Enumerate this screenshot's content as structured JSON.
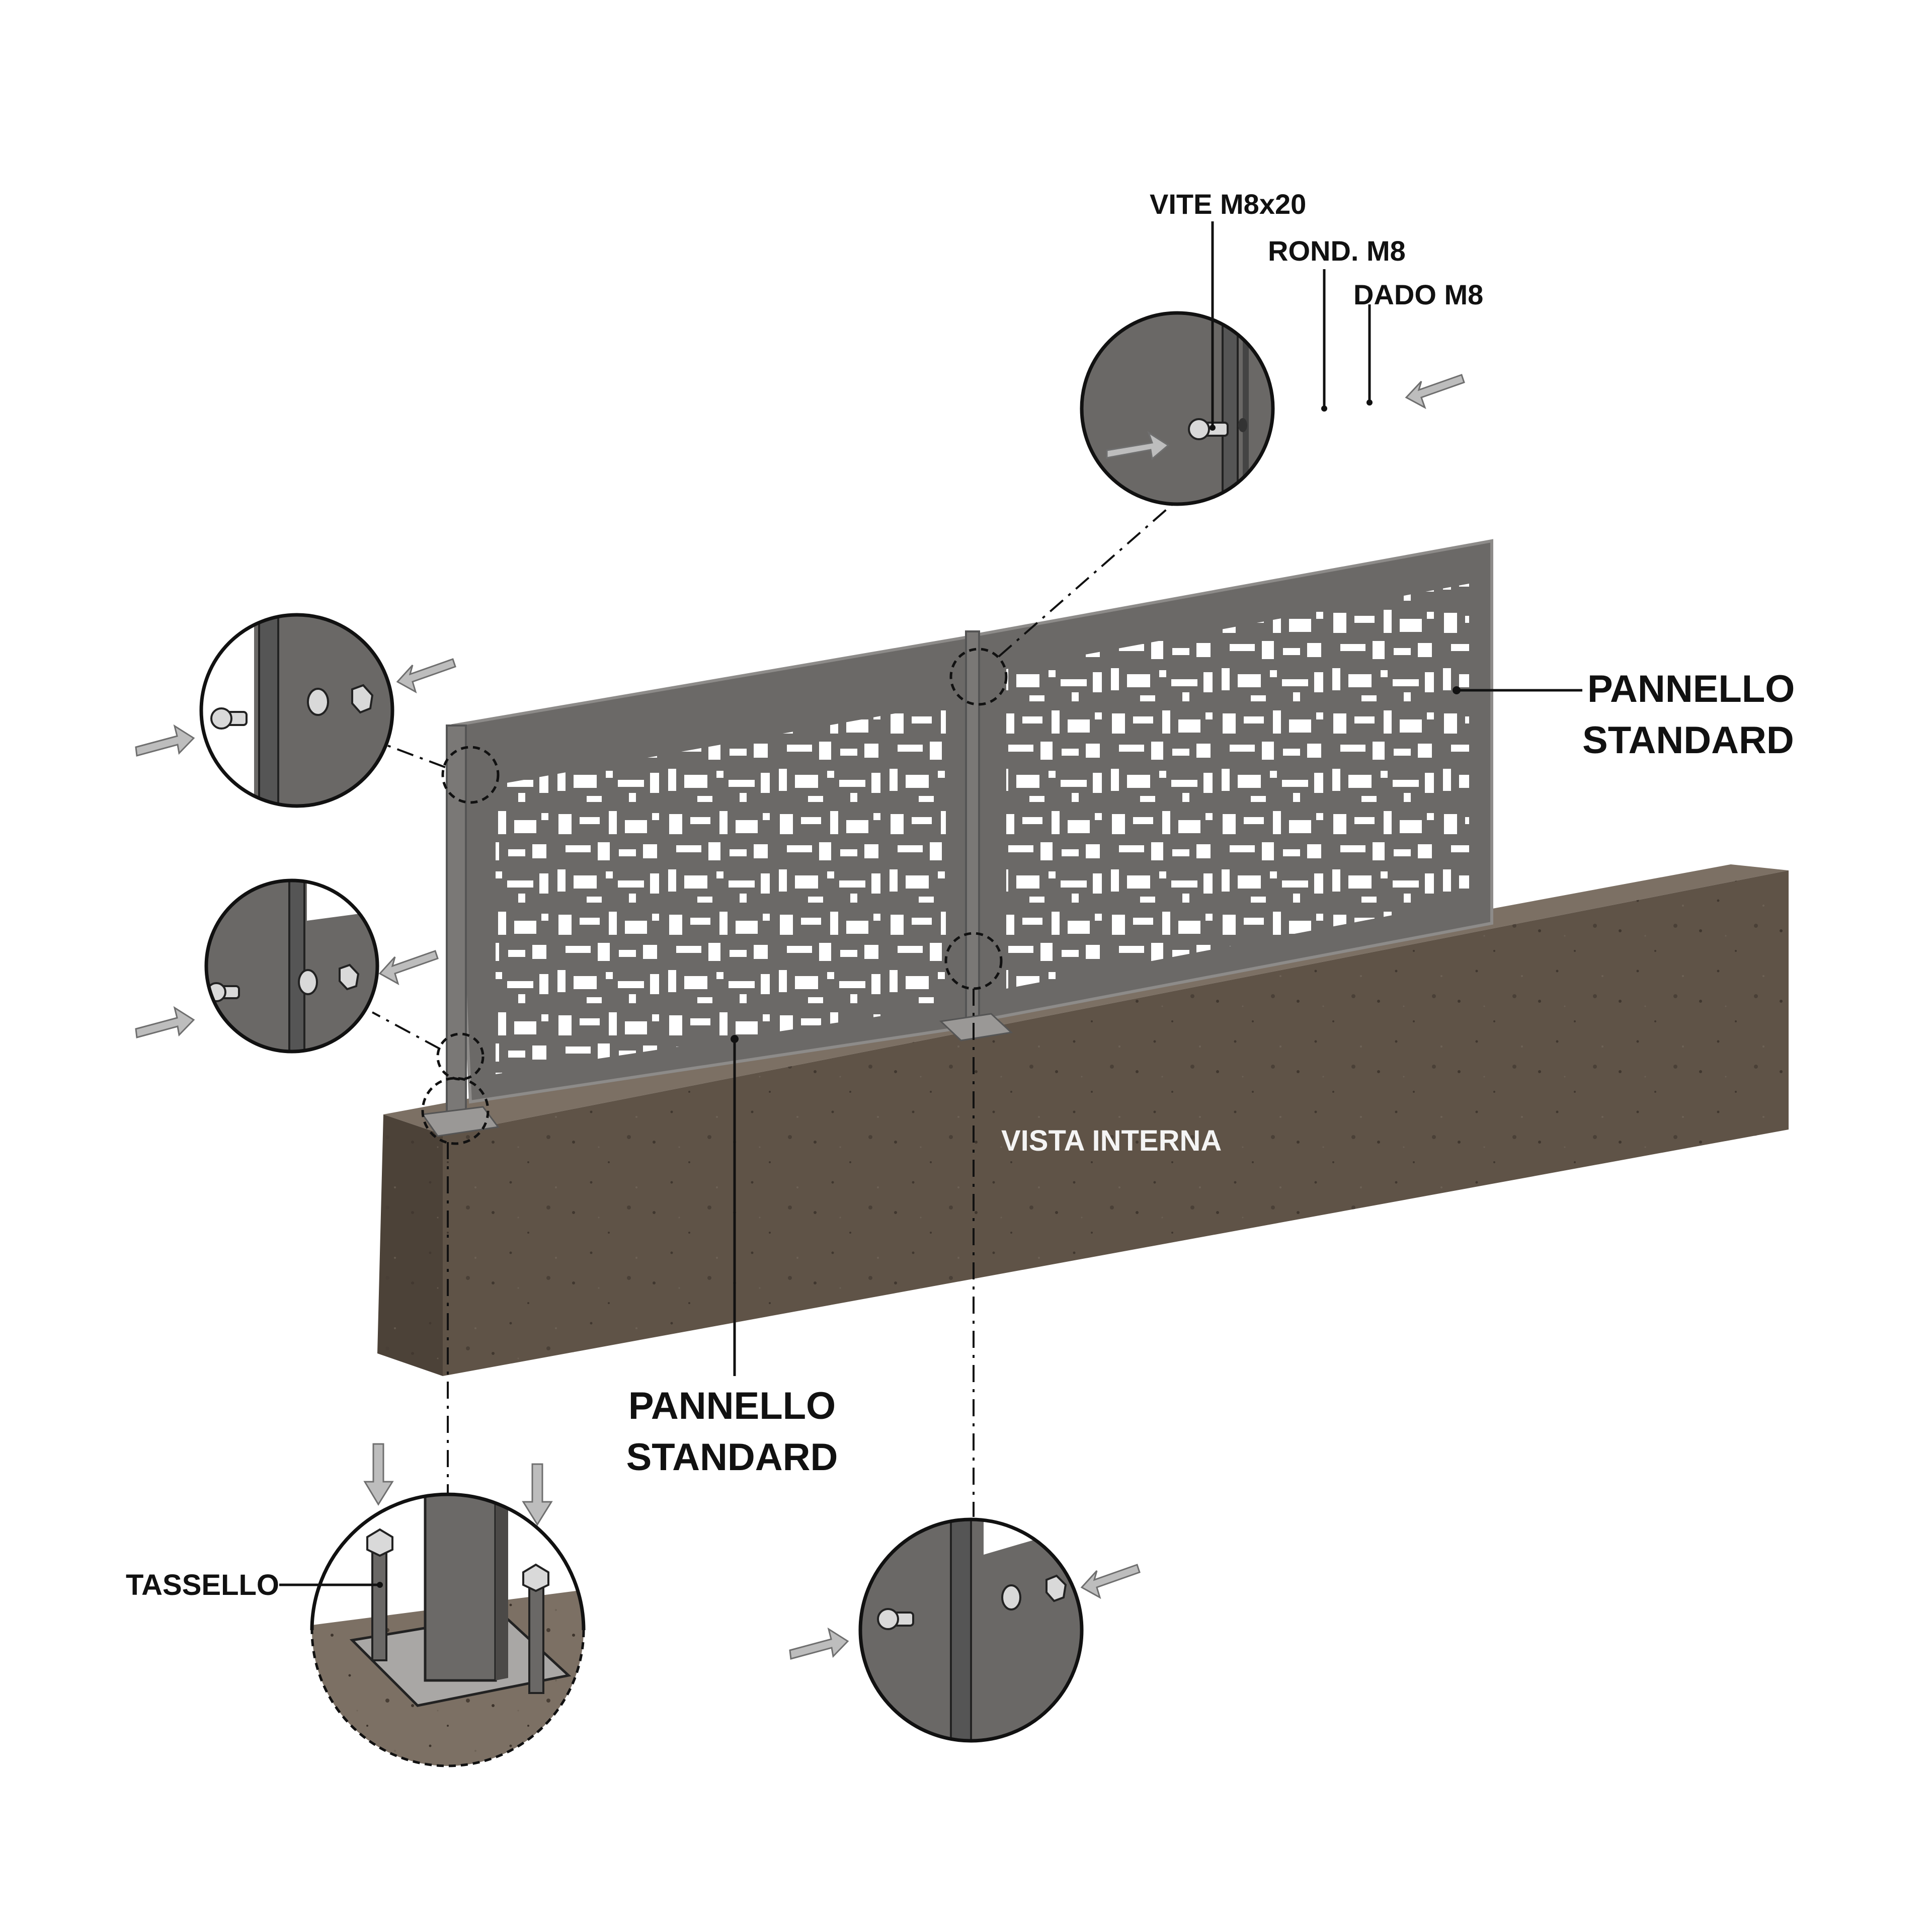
{
  "labels": {
    "screw": "VITE M8x20",
    "washer": "ROND. M8",
    "nut": "DADO M8",
    "panel_right_line1": "PANNELLO",
    "panel_right_line2": "STANDARD",
    "panel_bottom_line1": "PANNELLO",
    "panel_bottom_line2": "STANDARD",
    "wall_view": "VISTA INTERNA",
    "anchor": "TASSELLO"
  },
  "colors": {
    "panel": "#6b6967",
    "panel_edge": "#8d8b89",
    "post": "#7a7876",
    "wall_front": "#5f5347",
    "wall_top": "#7c7064",
    "wall_side": "#4c4238",
    "detail_background": "#6a6866",
    "hardware": "#d9d9d9",
    "arrow_fill": "#bdbdbd"
  }
}
